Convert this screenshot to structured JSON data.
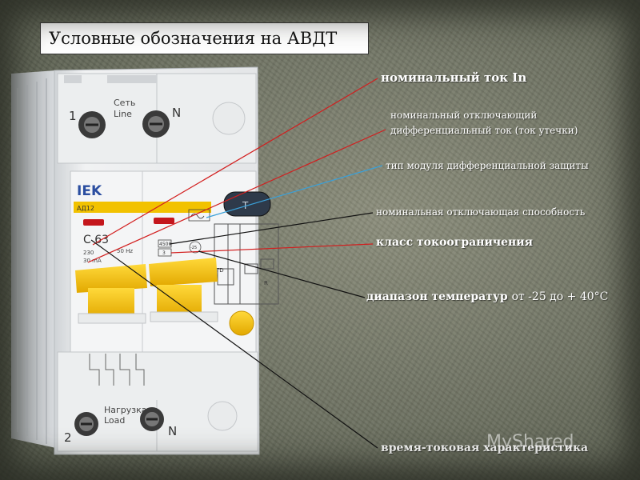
{
  "title": "Условные обозначения на АВДТ",
  "labels": {
    "rated_current": "номинальный ток In",
    "residual_current_1": "номинальный отключающий",
    "residual_current_2": "дифференциальный ток (ток утечки)",
    "module_type": "тип модуля дифференциальной защиты",
    "breaking_capacity": "номинальная отключающая способность",
    "limiting_class": "класс токоограничения",
    "temp_range_bold": "диапазон температур",
    "temp_range_value": "от -25 до + 40°С",
    "time_current": "время-токовая характеристика"
  },
  "device": {
    "brand": "IEK",
    "model": "АД12",
    "rating": "C 63",
    "line_label_1": "Сеть",
    "line_label_2": "Line",
    "load_label_1": "Нагрузка",
    "load_label_2": "Load",
    "voltage": "230",
    "freq": "50 Hz",
    "residual": "30 mA",
    "breaking": "4500",
    "limit_class": "3",
    "temp": "-25",
    "test_btn": "T",
    "terminal_1": "1",
    "terminal_n_top": "N",
    "terminal_2": "2",
    "terminal_n_bottom": "N",
    "td_label": "TD",
    "r_label": "R"
  },
  "watermark": "MyShared",
  "colors": {
    "red_leader": "#d21e1e",
    "blue_leader": "#3aa0d8",
    "black_leader": "#111111",
    "yellow": "#f2c200"
  }
}
